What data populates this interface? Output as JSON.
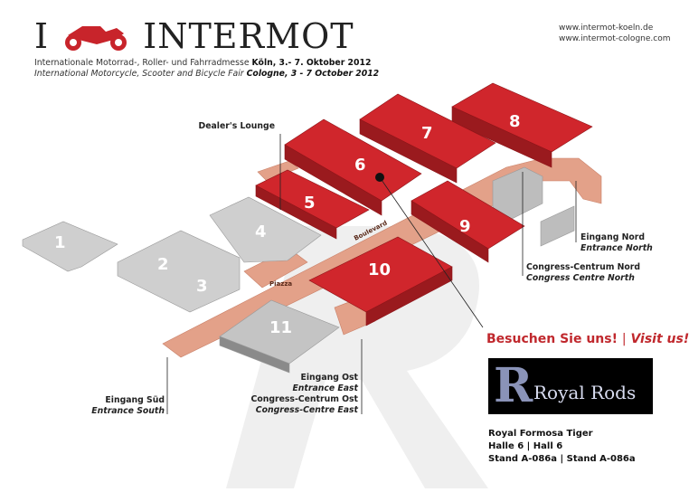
{
  "header": {
    "logo_letter": "I",
    "logo_word": "INTERMOT",
    "line_de": "Internationale Motorrad-, Roller- und Fahrradmesse",
    "line_de_bold": "Köln, 3.- 7. Oktober 2012",
    "line_en": "International Motorcycle, Scooter and Bicycle Fair",
    "line_en_bold": "Cologne, 3 - 7 October 2012",
    "url_de": "www.intermot-koeln.de",
    "url_en": "www.intermot-cologne.com"
  },
  "halls": [
    "1",
    "2",
    "3",
    "4",
    "5",
    "6",
    "7",
    "8",
    "9",
    "10",
    "11"
  ],
  "areas": {
    "boulevard": "Boulevard",
    "piazza": "Piazza"
  },
  "labels": {
    "dealers_lounge": "Dealer's Lounge",
    "north_de": "Eingang Nord",
    "north_en": "Entrance North",
    "ccn_de": "Congress-Centrum Nord",
    "ccn_en": "Congress Centre North",
    "east_de": "Eingang Ost",
    "east_en": "Entrance East",
    "cco_de": "Congress-Centrum Ost",
    "cco_en": "Congress-Centre East",
    "south_de": "Eingang Süd",
    "south_en": "Entrance South"
  },
  "visit": {
    "de": "Besuchen Sie uns!",
    "sep": "|",
    "en": "Visit us!"
  },
  "exhibitor": {
    "logo_letter": "R",
    "logo_text": "Royal Rods",
    "name": "Royal Formosa Tiger",
    "hall": "Halle 6 | Hall 6",
    "stand": "Stand A-086a | Stand A-086a"
  },
  "colors": {
    "hall_red": "#c8242b",
    "hall_gray": "#c8c8c8",
    "walkway": "#e4a088",
    "accent": "#c0282d"
  }
}
